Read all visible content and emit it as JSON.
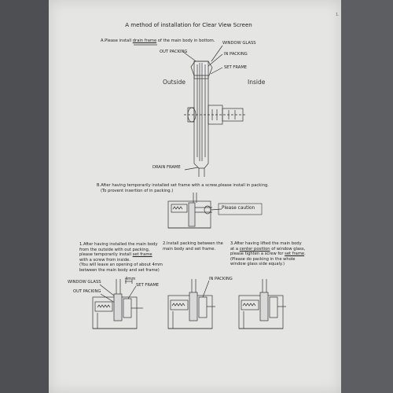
{
  "page": {
    "number": "1.",
    "title": "A method of installation for Clear View Screen"
  },
  "stepA": {
    "line_pre": "A.Please install ",
    "link": "drain frame",
    "line_post": " of the main body in bottom.",
    "labels": {
      "window_glass": "WINDOW GLASS",
      "out_packing": "OUT PACKING",
      "in_packing": "IN PACKING",
      "set_frame": "SET FRAME",
      "outside": "Outside",
      "inside": "Inside",
      "drain_frame": "DRAIN FRAME"
    }
  },
  "stepB": {
    "line1": "B.After having temporarily installed set frame with a screw,please install in packing.",
    "line2": "(To provent insertion of in packing.)",
    "caution": "Please caution"
  },
  "steps": {
    "s1": {
      "l1": "1.After having installed the main body",
      "l2": "from the outside with out packing,",
      "l3_pre": "please temporarily install ",
      "l3_link": "set frame",
      "l4": "with a screw from inside.",
      "l5": "(You will leave an opening of about 4mm",
      "l6": "between the main body and set frame)"
    },
    "s2": {
      "l1": "2.Install packing between the",
      "l2": "main body and set frame."
    },
    "s3": {
      "l1": "3.After having lifted the main body",
      "l2_pre": "at a ",
      "l2_link": "center position",
      "l2_post": " of window glass,",
      "l3_pre": "please tighten a screw for ",
      "l3_link": "set frame",
      "l3_post": ".",
      "l4": "(Please do packing in the whole",
      "l5": "window glass side equaly.)"
    }
  },
  "bottom_labels": {
    "four_mm": "4mm",
    "window_glass": "WINDOW GLASS",
    "set_frame": "SET FRAME",
    "out_packing": "OUT PACKING",
    "in_packing": "IN PACKING"
  }
}
